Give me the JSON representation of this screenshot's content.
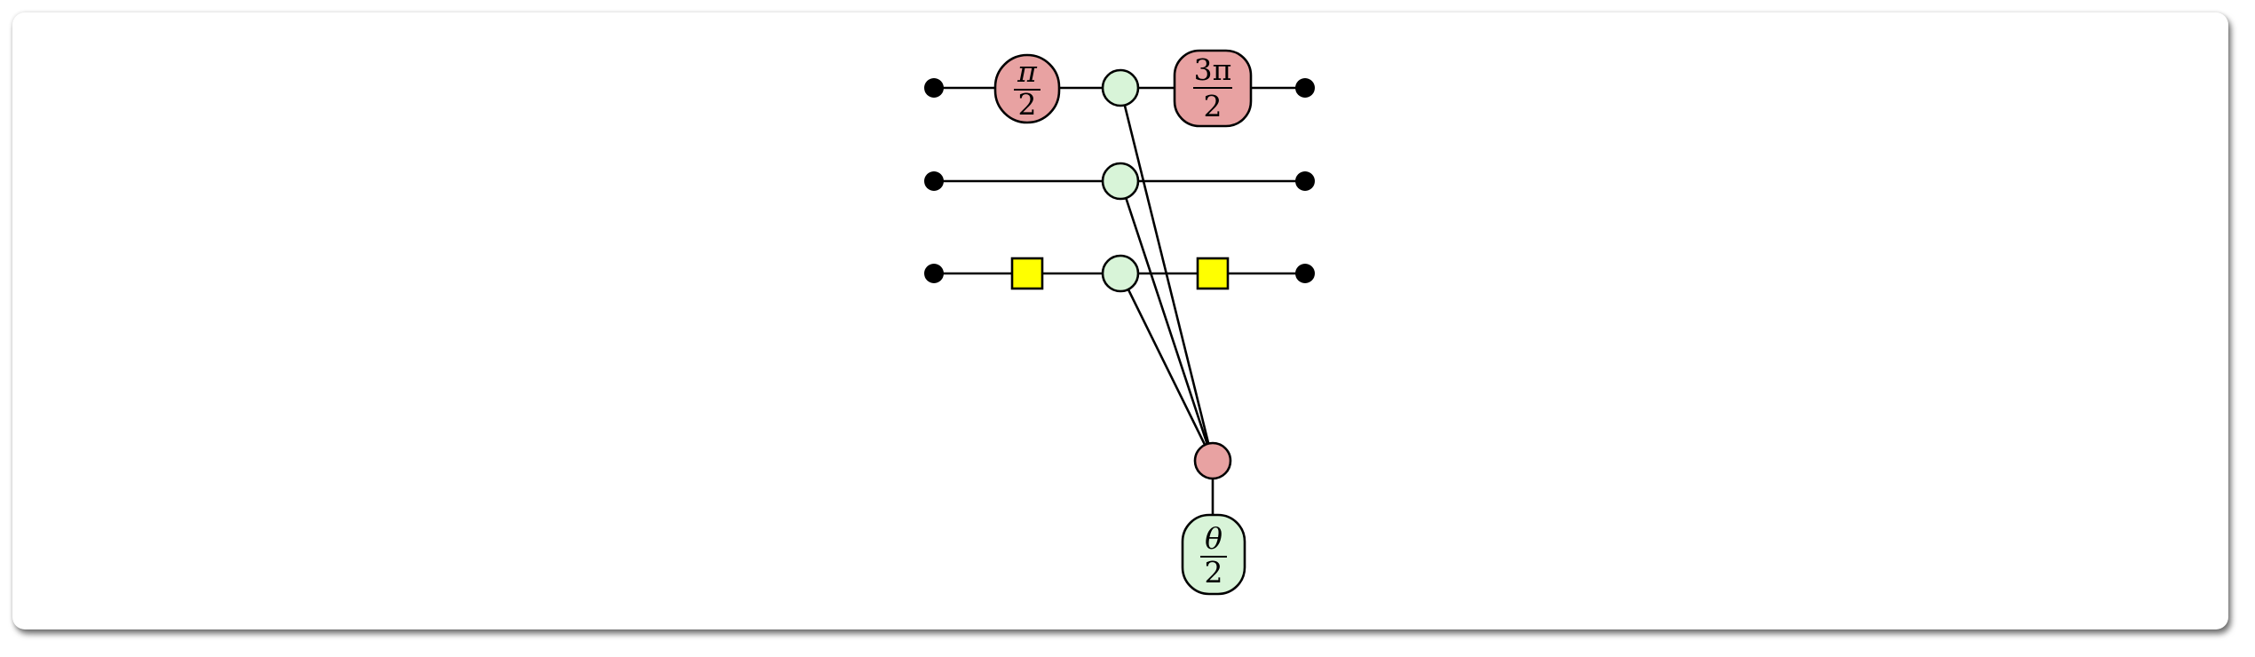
{
  "diagram": {
    "colors": {
      "red_spider": "#e8a2a2",
      "green_spider": "#d8f4d8",
      "hadamard": "#ffff00",
      "wire": "#000000"
    },
    "phase_top_left": {
      "numerator": "π",
      "denominator": "2"
    },
    "phase_top_right": {
      "numerator": "3π",
      "denominator": "2"
    },
    "phase_bottom": {
      "numerator": "θ",
      "denominator": "2"
    }
  }
}
